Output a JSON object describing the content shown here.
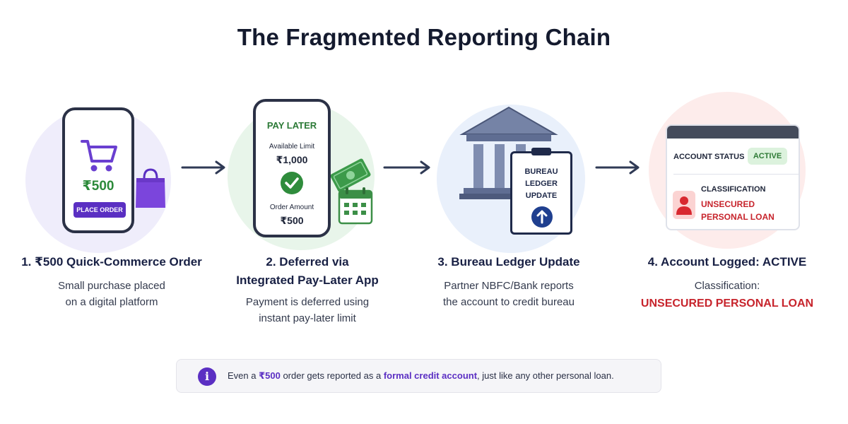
{
  "title": "The Fragmented Reporting Chain",
  "steps": [
    {
      "title": "1. ₹500 Quick-Commerce Order",
      "desc_line1": "Small purchase placed",
      "desc_line2": "on a digital platform",
      "phone_amount": "₹500",
      "button_label": "PLACE ORDER"
    },
    {
      "title_line1": "2. Deferred via",
      "title_line2": "Integrated Pay-Later App",
      "desc_line1": "Payment is deferred using",
      "desc_line2": "instant pay-later limit",
      "phone_title": "PAY LATER",
      "limit_label": "Available Limit",
      "limit_value": "₹1,000",
      "order_label": "Order Amount",
      "order_value": "₹500"
    },
    {
      "title": "3. Bureau Ledger Update",
      "desc_line1": "Partner NBFC/Bank reports",
      "desc_line2": "the account to credit bureau",
      "clip_line1": "BUREAU",
      "clip_line2": "LEDGER",
      "clip_line3": "UPDATE"
    },
    {
      "title": "4. Account Logged: ACTIVE",
      "desc_line1": "Classification:",
      "desc_highlight": "UNSECURED PERSONAL LOAN",
      "account_status_label": "ACCOUNT STATUS",
      "status_badge": "ACTIVE",
      "classification_label": "CLASSIFICATION",
      "classification_line1": "UNSECURED",
      "classification_line2": "PERSONAL LOAN"
    }
  ],
  "note": {
    "prefix": "Even a ",
    "amount": "₹500",
    "middle": " order gets reported as a ",
    "highlight": "formal credit account",
    "suffix": ", just like any other personal loan."
  },
  "colors": {
    "purple": "#5b2fc3",
    "green": "#2c8a3a",
    "red": "#c7242c",
    "navy": "#1f2a4a"
  }
}
